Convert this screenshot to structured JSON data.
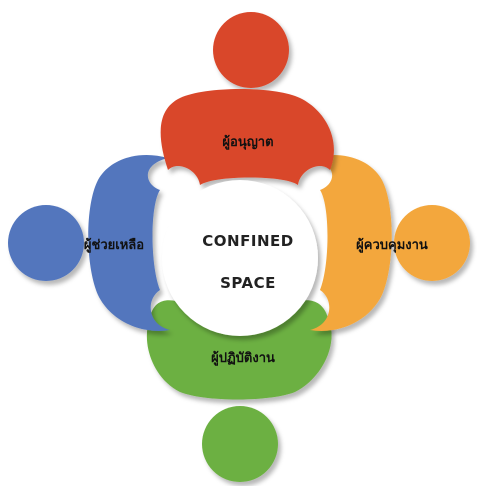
{
  "center": {
    "line1": "CONFINED",
    "line2": "SPACE"
  },
  "roles": {
    "top": {
      "label": "ผู้อนุญาต",
      "color": "#d9472b"
    },
    "right": {
      "label": "ผู้ควบคุมงาน",
      "color": "#f3a73c"
    },
    "bottom": {
      "label": "ผู้ปฏิบัติงาน",
      "color": "#6cb043"
    },
    "left": {
      "label": "ผู้ช่วยเหลือ",
      "color": "#5276bd"
    }
  }
}
